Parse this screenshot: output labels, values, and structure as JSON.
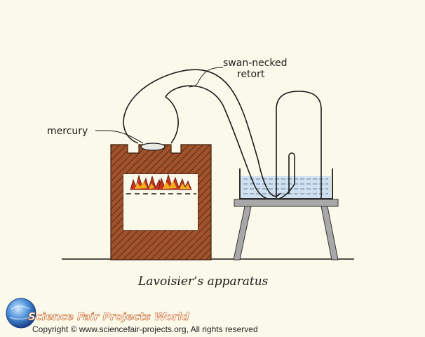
{
  "labels": {
    "mercury": "mercury",
    "retort_line1": "swan-necked",
    "retort_line2": "retort"
  },
  "caption": "Lavoisier’s apparatus",
  "watermark": {
    "brand": "Science Fair Projects World",
    "copyright": "Copyright © www.sciencefair-projects.org, All rights reserved"
  },
  "colors": {
    "background": "#fbfaea",
    "furnace_brick": "#a0522d",
    "water": "#cfe0f0",
    "flame_red": "#c8321e",
    "flame_yellow": "#f2b01e",
    "stand": "#a8a8a8"
  },
  "icons": [
    "globe-logo-icon"
  ]
}
